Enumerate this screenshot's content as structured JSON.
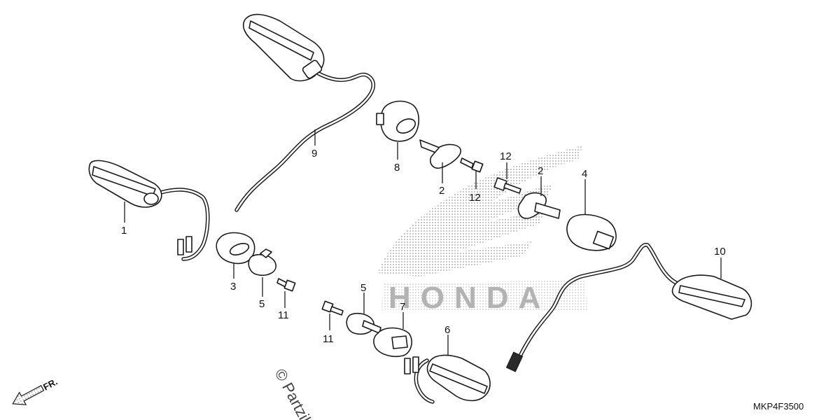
{
  "callouts": {
    "c1": "1",
    "c2a": "2",
    "c2b": "2",
    "c3": "3",
    "c4": "4",
    "c5a": "5",
    "c5b": "5",
    "c6": "6",
    "c7": "7",
    "c8": "8",
    "c9": "9",
    "c10": "10",
    "c11a": "11",
    "c11b": "11",
    "c12a": "12",
    "c12b": "12"
  },
  "diagram_code": "MKP4F3500",
  "direction_label": "FR.",
  "watermark": "© Partzilla",
  "logo_text": "HONDA",
  "colors": {
    "line": "#1a1a1a",
    "background": "#ffffff",
    "logo_dots": "#9a9a9a"
  }
}
